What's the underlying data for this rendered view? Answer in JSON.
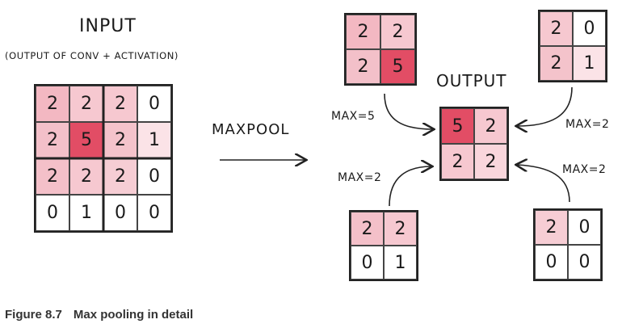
{
  "input": {
    "title": "INPUT",
    "subtitle": "(OUTPUT OF CONV + ACTIVATION)",
    "rows": [
      [
        "2",
        "2",
        "2",
        "0"
      ],
      [
        "2",
        "5",
        "2",
        "1"
      ],
      [
        "2",
        "2",
        "2",
        "0"
      ],
      [
        "0",
        "1",
        "0",
        "0"
      ]
    ],
    "shade": [
      [
        "#f3b8c2",
        "#f6c8d0",
        "#f6c8d0",
        "#ffffff"
      ],
      [
        "#f3c0c9",
        "#e24d65",
        "#f4c3cb",
        "#fbe3e7"
      ],
      [
        "#f4c0c9",
        "#f6c8d0",
        "#f6cdd4",
        "#ffffff"
      ],
      [
        "#ffffff",
        "#ffffff",
        "#ffffff",
        "#ffffff"
      ]
    ]
  },
  "arrow_label": "MAXPOOL",
  "output": {
    "title": "OUTPUT",
    "rows": [
      [
        "5",
        "2"
      ],
      [
        "2",
        "2"
      ]
    ],
    "shade": [
      [
        "#e24d65",
        "#f6c8d0"
      ],
      [
        "#f6c8d0",
        "#f9d6dc"
      ]
    ]
  },
  "patches": {
    "top_left": {
      "rows": [
        [
          "2",
          "2"
        ],
        [
          "2",
          "5"
        ]
      ],
      "shade": [
        [
          "#f3b8c2",
          "#f6c8d0"
        ],
        [
          "#f3c0c9",
          "#e24d65"
        ]
      ],
      "max_label": "MAX=5"
    },
    "top_right": {
      "rows": [
        [
          "2",
          "0"
        ],
        [
          "2",
          "1"
        ]
      ],
      "shade": [
        [
          "#f6c8d0",
          "#ffffff"
        ],
        [
          "#f4c3cb",
          "#fbe3e7"
        ]
      ],
      "max_label": "MAX=2"
    },
    "bottom_left": {
      "rows": [
        [
          "2",
          "2"
        ],
        [
          "0",
          "1"
        ]
      ],
      "shade": [
        [
          "#f4c0c9",
          "#f6c8d0"
        ],
        [
          "#ffffff",
          "#ffffff"
        ]
      ],
      "max_label": "MAX=2"
    },
    "bottom_right": {
      "rows": [
        [
          "2",
          "0"
        ],
        [
          "0",
          "0"
        ]
      ],
      "shade": [
        [
          "#f6cdd4",
          "#ffffff"
        ],
        [
          "#ffffff",
          "#ffffff"
        ]
      ],
      "max_label": "MAX=2"
    }
  },
  "caption": {
    "number": "Figure 8.7",
    "text": "Max pooling in detail"
  }
}
